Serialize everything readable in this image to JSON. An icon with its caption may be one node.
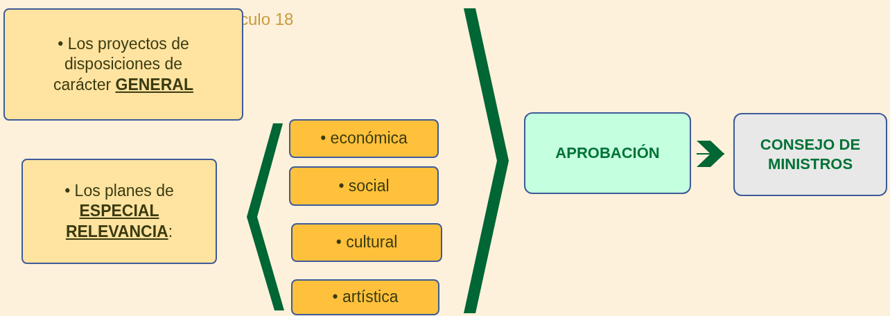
{
  "diagram": {
    "nodes": [
      {
        "text": [
          "• Los proyectos de disposiciones de carácter **GENERAL**"
        ]
      },
      {
        "text": [
          "• Los planes de **ESPECIAL RELEVANCIA**:"
        ]
      },
      {
        "text": [
          "• económica"
        ]
      },
      {
        "text": [
          "• social"
        ]
      },
      {
        "text": [
          "• cultural"
        ]
      },
      {
        "text": [
          "• artística"
        ]
      },
      {
        "text": [
          "APROBACIÓN"
        ]
      },
      {
        "text": [
          "CONSEJO DE MINISTROS"
        ]
      }
    ],
    "edges": [
      {
        "from": 6,
        "to": 7,
        "arrow": "to"
      }
    ],
    "labels": [
      "culo 18"
    ]
  }
}
